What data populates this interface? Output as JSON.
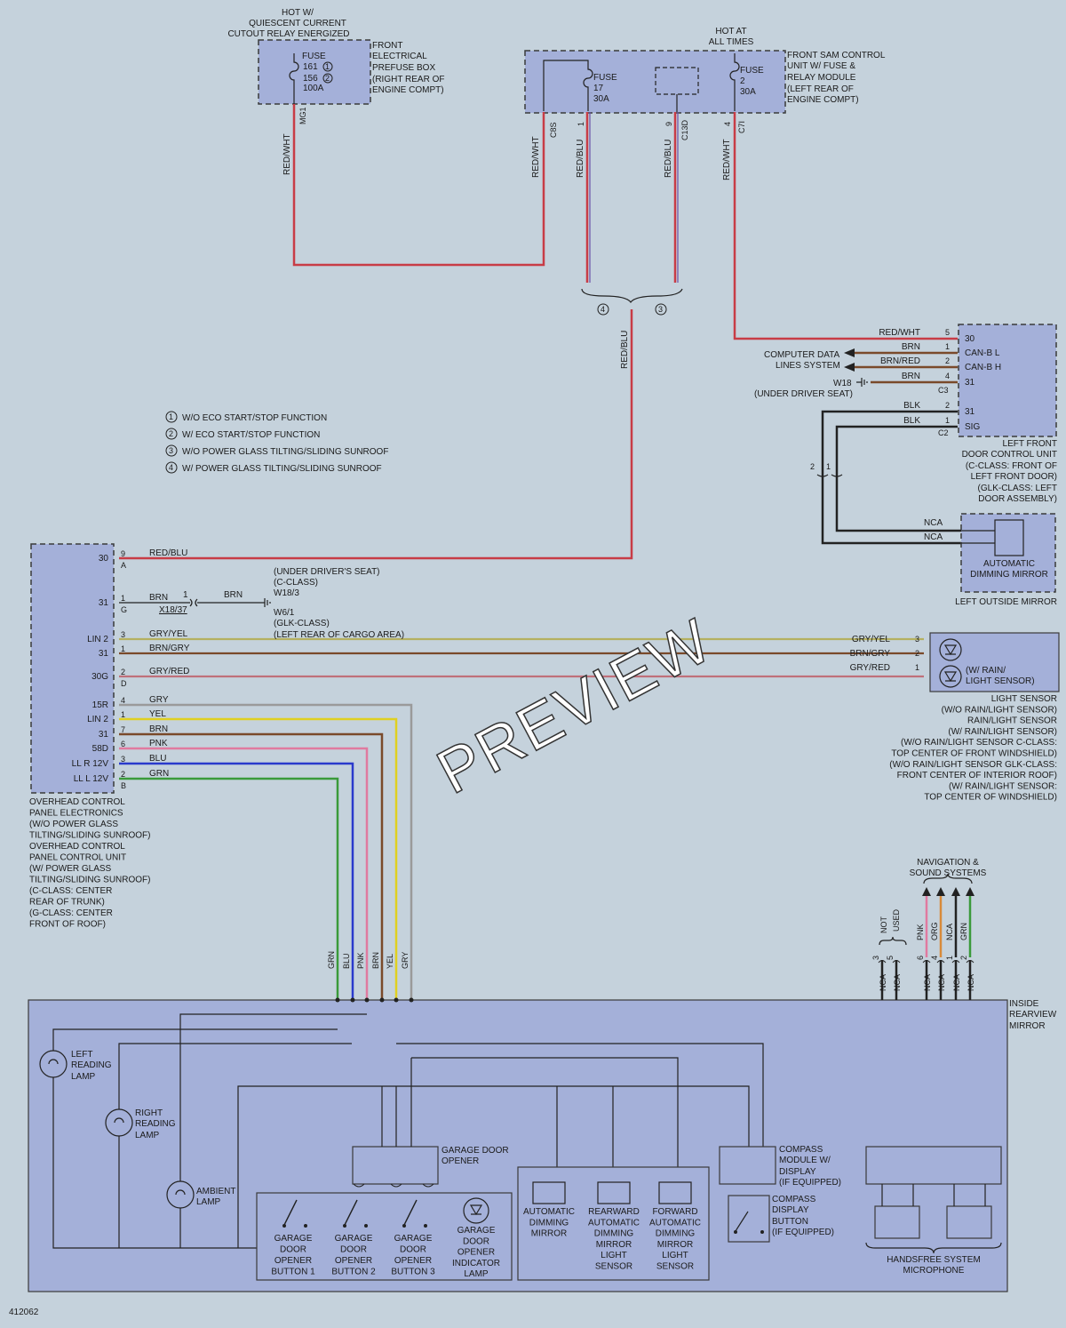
{
  "diagram_id": "412062",
  "watermark": "PREVIEW",
  "top": {
    "hot_cutout": [
      "HOT W/",
      "QUIESCENT CURRENT",
      "CUTOUT RELAY ENERGIZED"
    ],
    "hot_all": [
      "HOT AT",
      "ALL TIMES"
    ],
    "prefuse_label": [
      "FRONT",
      "ELECTRICAL",
      "PREFUSE BOX",
      "(RIGHT REAR OF",
      "ENGINE COMPT)"
    ],
    "prefuse_fuse": [
      "FUSE",
      "161",
      "156",
      "100A"
    ],
    "sam_label": [
      "FRONT SAM CONTROL",
      "UNIT W/ FUSE &",
      "RELAY MODULE",
      "(LEFT REAR OF",
      "ENGINE COMPT)"
    ],
    "fuse17": [
      "FUSE",
      "17",
      "30A"
    ],
    "fuse2": [
      "FUSE",
      "2",
      "30A"
    ],
    "conns": {
      "mg1": "MG1",
      "c8s": "C8S",
      "c13d": "C13D",
      "c7i": "C7I"
    },
    "pins": {
      "p1": "1",
      "p9": "9",
      "p4": "4"
    },
    "wire_redwht": "RED/WHT",
    "wire_redblu": "RED/BLU",
    "splice_labels": [
      "4",
      "3"
    ]
  },
  "legend": [
    {
      "num": "1",
      "text": "W/O ECO START/STOP FUNCTION"
    },
    {
      "num": "2",
      "text": "W/ ECO START/STOP FUNCTION"
    },
    {
      "num": "3",
      "text": "W/O POWER GLASS TILTING/SLIDING SUNROOF"
    },
    {
      "num": "4",
      "text": "W/ POWER GLASS TILTING/SLIDING SUNROOF"
    }
  ],
  "door_unit": {
    "wires": [
      {
        "color": "RED/WHT",
        "pin": "5",
        "term": "30"
      },
      {
        "color": "BRN",
        "pin": "1",
        "term": "CAN-B L"
      },
      {
        "color": "BRN/RED",
        "pin": "2",
        "term": "CAN-B H"
      },
      {
        "color": "BRN",
        "pin": "4",
        "term": "31"
      },
      {
        "color": "BLK",
        "pin": "2",
        "term": "31"
      },
      {
        "color": "BLK",
        "pin": "1",
        "term": "SIG"
      }
    ],
    "c3": "C3",
    "c2": "C2",
    "data_lines": [
      "COMPUTER DATA",
      "LINES SYSTEM"
    ],
    "ground": "W18",
    "ground_loc": "(UNDER DRIVER SEAT)",
    "label": [
      "LEFT FRONT",
      "DOOR CONTROL UNIT",
      "(C-CLASS: FRONT OF",
      "LEFT FRONT DOOR)",
      "(GLK-CLASS: LEFT",
      "DOOR ASSEMBLY)"
    ],
    "inline_pins": [
      "2",
      "1"
    ]
  },
  "outside_mirror": {
    "inner": [
      "AUTOMATIC",
      "DIMMING MIRROR"
    ],
    "label": "LEFT OUTSIDE MIRROR",
    "wires": [
      "NCA",
      "NCA"
    ]
  },
  "overhead": {
    "rows": [
      {
        "term": "30",
        "pin": "9",
        "conn": "A",
        "color": "RED/BLU"
      },
      {
        "term": "31",
        "pin": "1",
        "conn": "G",
        "color": "BRN"
      },
      {
        "term": "LIN 2",
        "pin": "3",
        "conn": "",
        "color": "GRY/YEL"
      },
      {
        "term": "31",
        "pin": "1",
        "conn": "",
        "color": "BRN/GRY"
      },
      {
        "term": "30G",
        "pin": "2",
        "conn": "D",
        "color": "GRY/RED"
      },
      {
        "term": "15R",
        "pin": "4",
        "conn": "",
        "color": "GRY"
      },
      {
        "term": "LIN 2",
        "pin": "1",
        "conn": "",
        "color": "YEL"
      },
      {
        "term": "31",
        "pin": "7",
        "conn": "",
        "color": "BRN"
      },
      {
        "term": "58D",
        "pin": "6",
        "conn": "",
        "color": "PNK"
      },
      {
        "term": "LL R 12V",
        "pin": "3",
        "conn": "",
        "color": "BLU"
      },
      {
        "term": "LL L 12V",
        "pin": "2",
        "conn": "B",
        "color": "GRN"
      }
    ],
    "label": [
      "OVERHEAD CONTROL",
      "PANEL ELECTRONICS",
      "(W/O POWER GLASS",
      "TILTING/SLIDING SUNROOF)",
      "OVERHEAD CONTROL",
      "PANEL CONTROL UNIT",
      "(W/ POWER GLASS",
      "TILTING/SLIDING SUNROOF)",
      "(C-CLASS: CENTER",
      "REAR OF TRUNK)",
      "(G-CLASS: CENTER",
      "FRONT OF ROOF)"
    ],
    "ground_note": [
      "(UNDER DRIVER'S SEAT)",
      "(C-CLASS)",
      "W18/3",
      "W6/1",
      "(GLK-CLASS)",
      "(LEFT REAR OF CARGO AREA)"
    ],
    "inline": {
      "pin": "1",
      "color": "BRN",
      "conn": "X18/37"
    }
  },
  "light_sensor": {
    "wires": [
      {
        "color": "GRY/YEL",
        "pin": "3"
      },
      {
        "color": "BRN/GRY",
        "pin": "2"
      },
      {
        "color": "GRY/RED",
        "pin": "1"
      }
    ],
    "inner": [
      "(W/ RAIN/",
      "LIGHT SENSOR)"
    ],
    "label": [
      "LIGHT SENSOR",
      "(W/O RAIN/LIGHT SENSOR)",
      "RAIN/LIGHT SENSOR",
      "(W/ RAIN/LIGHT SENSOR)",
      "(W/O RAIN/LIGHT SENSOR C-CLASS:",
      "TOP CENTER OF FRONT WINDSHIELD)",
      "(W/O RAIN/LIGHT SENSOR GLK-CLASS:",
      "FRONT CENTER OF INTERIOR ROOF)",
      "(W/ RAIN/LIGHT SENSOR:",
      "TOP CENTER OF WINDSHIELD)"
    ]
  },
  "mirror": {
    "label": [
      "INSIDE",
      "REARVIEW",
      "MIRROR"
    ],
    "vwires": [
      "GRN",
      "BLU",
      "PNK",
      "BRN",
      "YEL",
      "GRY"
    ],
    "left_lamp": [
      "LEFT",
      "READING",
      "LAMP"
    ],
    "right_lamp": [
      "RIGHT",
      "READING",
      "LAMP"
    ],
    "ambient": [
      "AMBIENT",
      "LAMP"
    ],
    "gdo": [
      "GARAGE DOOR",
      "OPENER"
    ],
    "buttons": [
      [
        "GARAGE",
        "DOOR",
        "OPENER",
        "BUTTON 1"
      ],
      [
        "GARAGE",
        "DOOR",
        "OPENER",
        "BUTTON 2"
      ],
      [
        "GARAGE",
        "DOOR",
        "OPENER",
        "BUTTON 3"
      ],
      [
        "GARAGE",
        "DOOR",
        "OPENER",
        "INDICATOR",
        "LAMP"
      ]
    ],
    "dimming": [
      [
        "AUTOMATIC",
        "DIMMING",
        "MIRROR"
      ],
      [
        "REARWARD",
        "AUTOMATIC",
        "DIMMING",
        "MIRROR",
        "LIGHT",
        "SENSOR"
      ],
      [
        "FORWARD",
        "AUTOMATIC",
        "DIMMING",
        "MIRROR",
        "LIGHT",
        "SENSOR"
      ]
    ],
    "compass": [
      "COMPASS",
      "MODULE W/",
      "DISPLAY",
      "(IF EQUIPPED)"
    ],
    "compass_btn": [
      "COMPASS",
      "DISPLAY",
      "BUTTON",
      "(IF EQUIPPED)"
    ],
    "handsfree": [
      "HANDSFREE SYSTEM",
      "MICROPHONE"
    ]
  },
  "nav": {
    "label": [
      "NAVIGATION &",
      "SOUND SYSTEMS"
    ],
    "not_used": [
      "NOT",
      "USED"
    ],
    "pins": [
      "3",
      "5",
      "6",
      "4",
      "1",
      "2"
    ],
    "colors": [
      "PNK",
      "ORG",
      "NCA",
      "GRN"
    ],
    "ncas": [
      "NCA",
      "NCA",
      "NCA",
      "NCA",
      "NCA",
      "NCA"
    ]
  }
}
